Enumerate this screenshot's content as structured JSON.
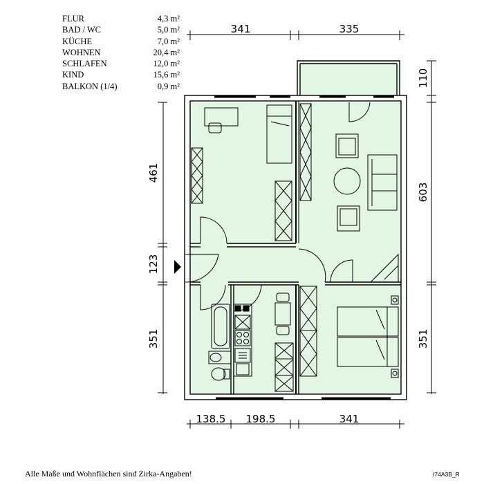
{
  "areas": [
    {
      "room": "FLUR",
      "value": "4,3 m²"
    },
    {
      "room": "BAD / WC",
      "value": "5,0 m²"
    },
    {
      "room": "KÜCHE",
      "value": "7,0 m²"
    },
    {
      "room": "WOHNEN",
      "value": "20,4 m²"
    },
    {
      "room": "SCHLAFEN",
      "value": "12,0 m²"
    },
    {
      "room": "KIND",
      "value": "15,6 m²"
    },
    {
      "room": "BALKON (1/4)",
      "value": "0,9 m²"
    }
  ],
  "dimensions": {
    "top_left": "341",
    "top_right": "335",
    "bottom_a": "138.5",
    "bottom_b": "198.5",
    "bottom_c": "341",
    "left_top": "461",
    "left_mid": "123",
    "left_bottom": "351",
    "right_balcony": "110",
    "right_top": "603",
    "right_bottom": "351"
  },
  "footer_note": "Alle Maße und Wohnflächen sind Zirka-Angaben!",
  "plan_code": "I74A3B_R",
  "colors": {
    "room_fill": "#e3f5e3",
    "wall": "#000000"
  }
}
